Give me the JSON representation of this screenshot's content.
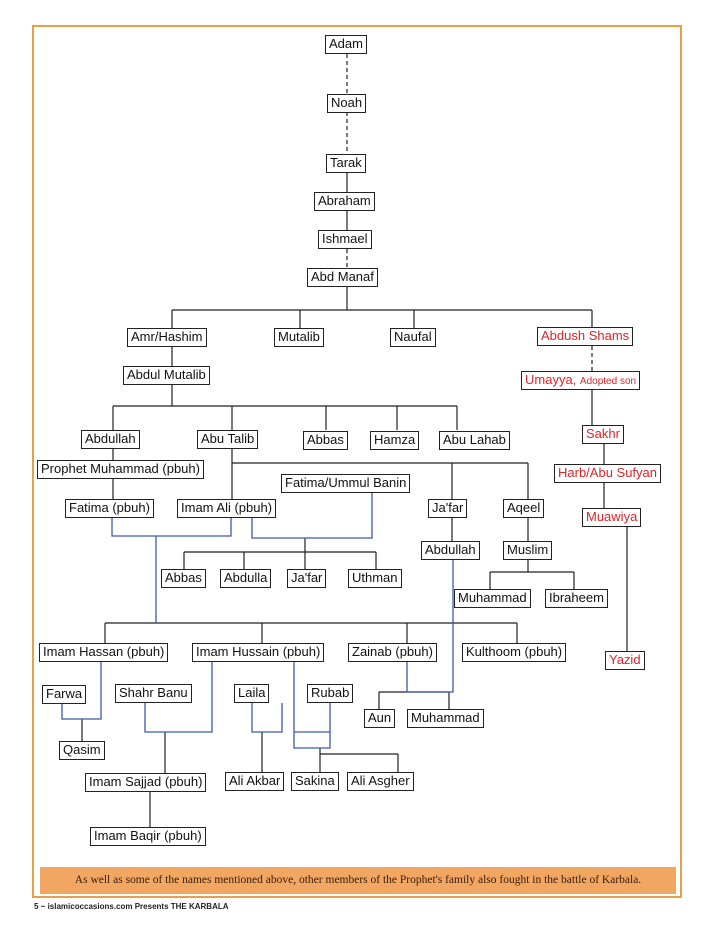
{
  "nodes": {
    "adam": "Adam",
    "noah": "Noah",
    "tarak": "Tarak",
    "abraham": "Abraham",
    "ishmael": "Ishmael",
    "abd_manaf": "Abd Manaf",
    "amr_hashim": "Amr/Hashim",
    "mutalib": "Mutalib",
    "naufal": "Naufal",
    "abdush_shams": "Abdush Shams",
    "abdul_mutalib": "Abdul Mutalib",
    "umayya": "Umayya,",
    "umayya_note": "Adopted son",
    "abdullah": "Abdullah",
    "abu_talib": "Abu Talib",
    "abbas_uncle": "Abbas",
    "hamza": "Hamza",
    "abu_lahab": "Abu Lahab",
    "sakhr": "Sakhr",
    "prophet_muhammad": "Prophet Muhammad (pbuh)",
    "fatima_ummul_banin": "Fatima/Ummul Banin",
    "harb_abu_sufyan": "Harb/Abu Sufyan",
    "fatima": "Fatima (pbuh)",
    "imam_ali": "Imam Ali (pbuh)",
    "jafar_tayyar": "Ja'far",
    "aqeel": "Aqeel",
    "muawiya": "Muawiya",
    "abdullah_jafar": "Abdullah",
    "muslim": "Muslim",
    "abbas_son": "Abbas",
    "abdulla_son": "Abdulla",
    "jafar_son": "Ja'far",
    "uthman": "Uthman",
    "muhammad_muslim": "Muhammad",
    "ibraheem": "Ibraheem",
    "imam_hassan": "Imam Hassan (pbuh)",
    "imam_hussain": "Imam Hussain (pbuh)",
    "zainab": "Zainab (pbuh)",
    "kulthoom": "Kulthoom (pbuh)",
    "yazid": "Yazid",
    "farwa": "Farwa",
    "shahr_banu": "Shahr Banu",
    "laila": "Laila",
    "rubab": "Rubab",
    "aun": "Aun",
    "muhammad_zainab": "Muhammad",
    "qasim": "Qasim",
    "imam_sajjad": "Imam Sajjad (pbuh)",
    "ali_akbar": "Ali Akbar",
    "sakina": "Sakina",
    "ali_asgher": "Ali Asgher",
    "imam_baqir": "Imam Baqir (pbuh)"
  },
  "footer": {
    "note": "As well as some of the names mentioned above, other members of the Prophet's family also fought in the battle of Karbala.",
    "credit": "5 ~ islamicoccasions.com Presents THE KARBALA"
  },
  "colors": {
    "border": "#e8a047",
    "footer_bg": "#f1a762",
    "red_line": "#d9262a",
    "marriage_line": "#3b5bab"
  }
}
